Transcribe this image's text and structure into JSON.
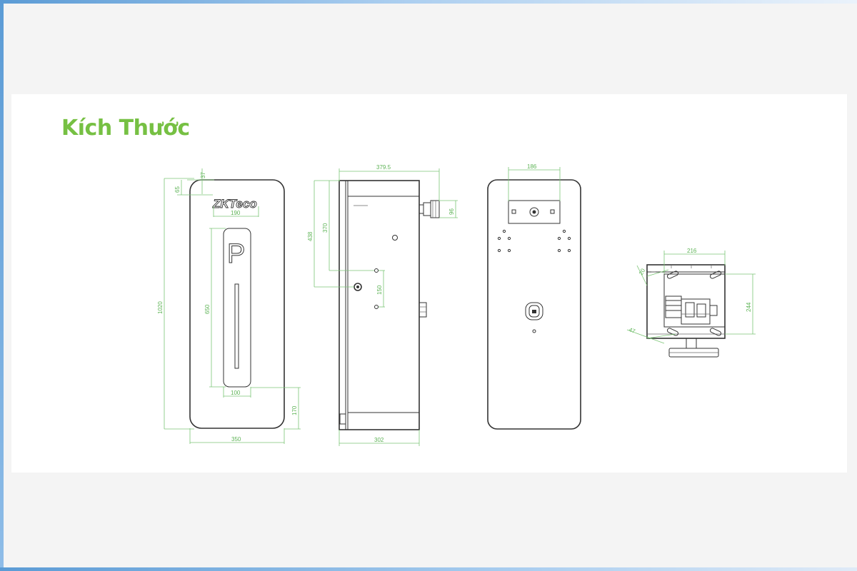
{
  "heading": "Kích Thước",
  "logo_text": "ZKTeco",
  "parking_sign": "P",
  "views": {
    "front": {
      "dims": {
        "top_gap": "37",
        "logo_offset": "65",
        "logo_width": "190",
        "total_height": "1020",
        "slot_height": "650",
        "slot_width": "100",
        "bottom_gap": "170",
        "total_width": "350"
      }
    },
    "side": {
      "dims": {
        "depth_total": "379.5",
        "upper_span": "370",
        "outer_span": "438",
        "hole_spacing": "150",
        "connector": "96",
        "depth": "302"
      }
    },
    "back": {
      "dims": {
        "bracket_width": "186"
      }
    },
    "top": {
      "dims": {
        "width": "216",
        "depth": "244",
        "angle_a": "20",
        "angle_b": "47"
      }
    }
  },
  "colors": {
    "heading": "#76c043",
    "dimension": "#7cc576",
    "outline": "#333333"
  }
}
